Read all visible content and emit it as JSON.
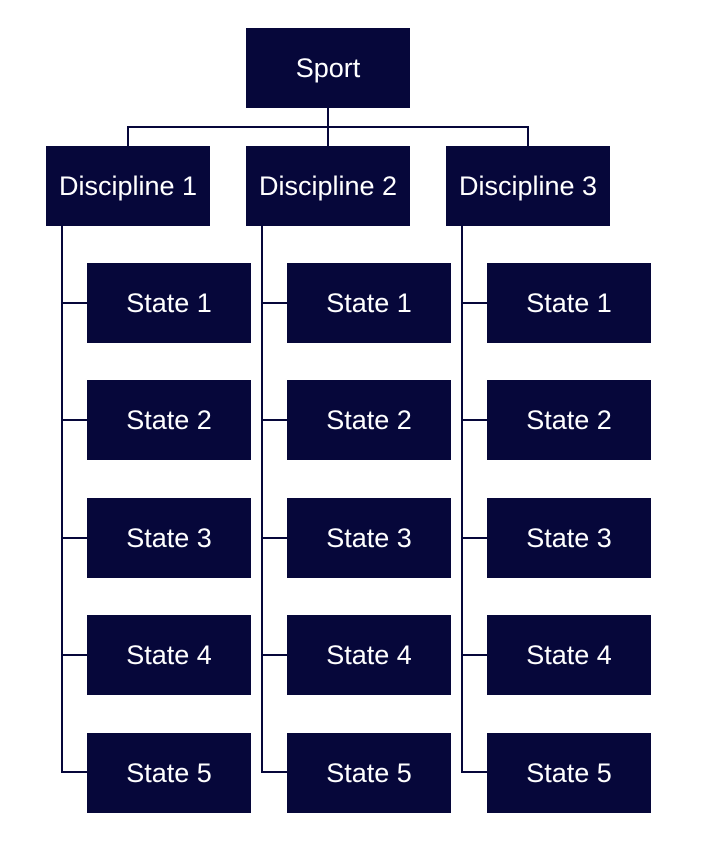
{
  "diagram": {
    "root": {
      "label": "Sport"
    },
    "colors": {
      "node_fill": "#06073a",
      "node_text": "#ffffff",
      "connector": "#06073a",
      "background": "#ffffff"
    },
    "disciplines": [
      {
        "label": "Discipline 1",
        "states": [
          "State 1",
          "State 2",
          "State 3",
          "State 4",
          "State 5"
        ]
      },
      {
        "label": "Discipline 2",
        "states": [
          "State 1",
          "State 2",
          "State 3",
          "State 4",
          "State 5"
        ]
      },
      {
        "label": "Discipline 3",
        "states": [
          "State 1",
          "State 2",
          "State 3",
          "State 4",
          "State 5"
        ]
      }
    ]
  }
}
